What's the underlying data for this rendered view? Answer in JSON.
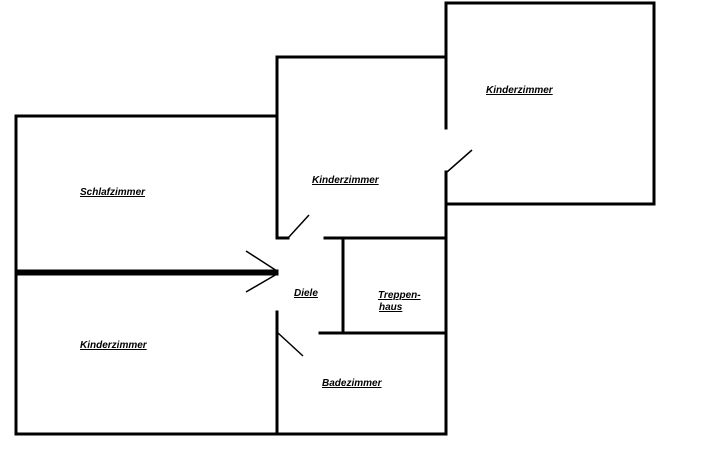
{
  "rooms": {
    "schlafzimmer": "Schlafzimmer",
    "kinderzimmer_upper_right": "Kinderzimmer",
    "kinderzimmer_middle": "Kinderzimmer",
    "kinderzimmer_lower_left": "Kinderzimmer",
    "diele": "Diele",
    "treppenhaus_line1": "Treppen-",
    "treppenhaus_line2": "haus",
    "badezimmer": "Badezimmer"
  }
}
